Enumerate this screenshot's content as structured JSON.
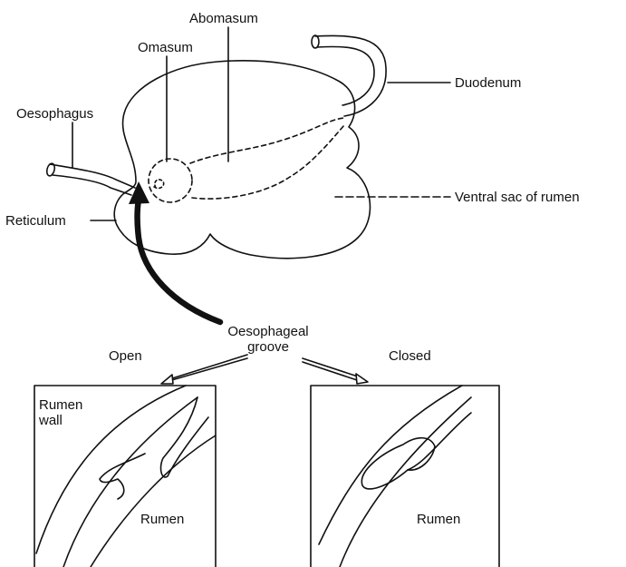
{
  "labels": {
    "abomasum": "Abomasum",
    "omasum": "Omasum",
    "oesophagus": "Oesophagus",
    "duodenum": "Duodenum",
    "ventral_sac": "Ventral sac of rumen",
    "reticulum": "Reticulum",
    "oesophageal_groove_line1": "Oesophageal",
    "oesophageal_groove_line2": "groove",
    "open": "Open",
    "closed": "Closed",
    "rumen_wall_line1": "Rumen",
    "rumen_wall_line2": "wall",
    "rumen_left": "Rumen",
    "rumen_right": "Rumen"
  },
  "colors": {
    "ink": "#111111",
    "background": "#ffffff"
  }
}
